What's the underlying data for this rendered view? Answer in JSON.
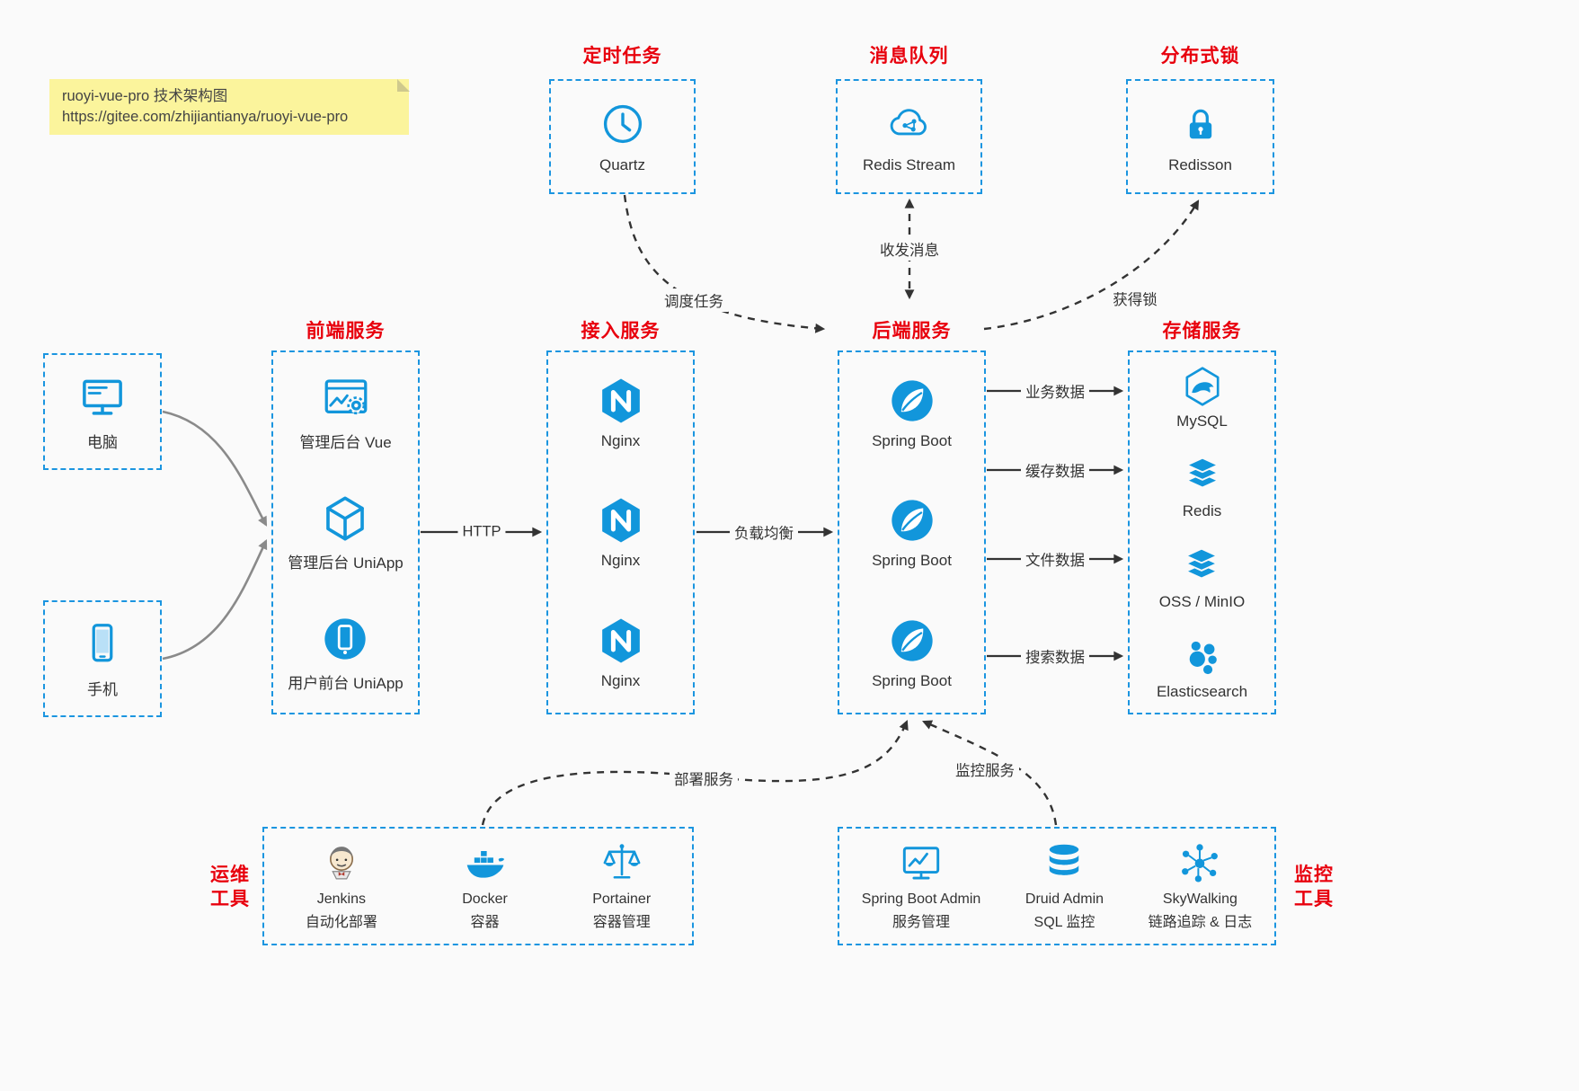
{
  "note": {
    "line1": "ruoyi-vue-pro 技术架构图",
    "line2": "https://gitee.com/zhijiantianya/ruoyi-vue-pro"
  },
  "top": {
    "scheduled": {
      "title": "定时任务",
      "label": "Quartz"
    },
    "mq": {
      "title": "消息队列",
      "label": "Redis Stream"
    },
    "lock": {
      "title": "分布式锁",
      "label": "Redisson"
    }
  },
  "clients": {
    "pc": {
      "label": "电脑"
    },
    "phone": {
      "label": "手机"
    }
  },
  "columns": {
    "frontend": {
      "title": "前端服务",
      "items": [
        {
          "label": "管理后台 Vue"
        },
        {
          "label": "管理后台 UniApp"
        },
        {
          "label": "用户前台 UniApp"
        }
      ]
    },
    "gateway": {
      "title": "接入服务",
      "items": [
        {
          "label": "Nginx"
        },
        {
          "label": "Nginx"
        },
        {
          "label": "Nginx"
        }
      ]
    },
    "backend": {
      "title": "后端服务",
      "items": [
        {
          "label": "Spring Boot"
        },
        {
          "label": "Spring Boot"
        },
        {
          "label": "Spring Boot"
        }
      ]
    },
    "storage": {
      "title": "存储服务",
      "items": [
        {
          "label": "MySQL"
        },
        {
          "label": "Redis"
        },
        {
          "label": "OSS / MinIO"
        },
        {
          "label": "Elasticsearch"
        }
      ]
    }
  },
  "bottom": {
    "ops": {
      "title_line1": "运维",
      "title_line2": "工具",
      "items": [
        {
          "line1": "Jenkins",
          "line2": "自动化部署"
        },
        {
          "line1": "Docker",
          "line2": "容器"
        },
        {
          "line1": "Portainer",
          "line2": "容器管理"
        }
      ]
    },
    "monitoring": {
      "title_line1": "监控",
      "title_line2": "工具",
      "items": [
        {
          "line1": "Spring Boot Admin",
          "line2": "服务管理"
        },
        {
          "line1": "Druid Admin",
          "line2": "SQL 监控"
        },
        {
          "line1": "SkyWalking",
          "line2": "链路追踪 & 日志"
        }
      ]
    }
  },
  "edges": {
    "schedule": "调度任务",
    "message": "收发消息",
    "lock": "获得锁",
    "http": "HTTP",
    "lb": "负载均衡",
    "biz": "业务数据",
    "cache": "缓存数据",
    "file": "文件数据",
    "search": "搜索数据",
    "deploy": "部署服务",
    "monitor": "监控服务"
  },
  "colors": {
    "accent_blue": "#1296db",
    "accent_red": "#e8000d",
    "border_blue": "#1b95e0"
  }
}
